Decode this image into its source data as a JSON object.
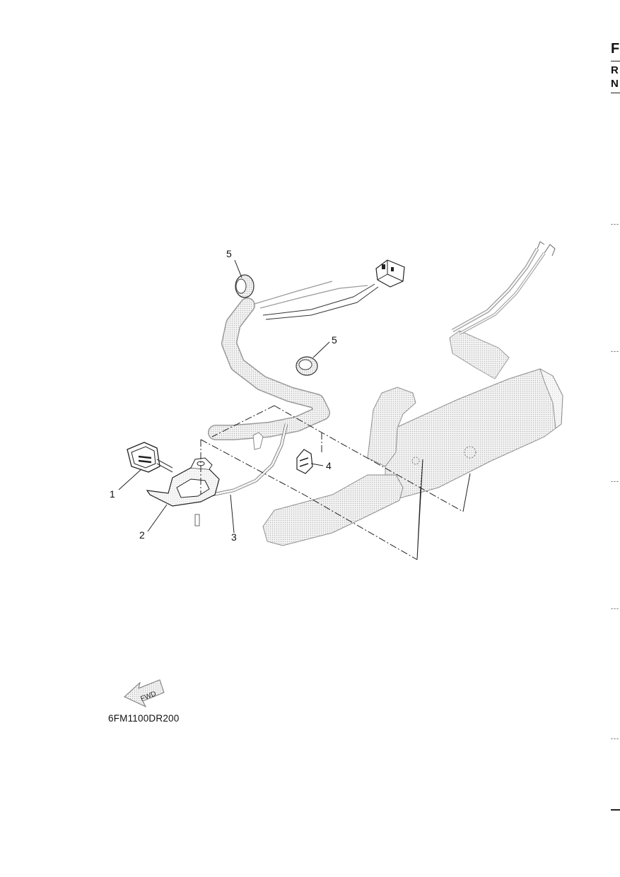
{
  "edge": {
    "letter_f": "F",
    "letter_r": "R",
    "letter_n": "N"
  },
  "callouts": {
    "c1": "1",
    "c2": "2",
    "c3": "3",
    "c4": "4",
    "c5a": "5",
    "c5b": "5"
  },
  "fwd_label": "FWD",
  "part_code": "6FM1100DR200"
}
